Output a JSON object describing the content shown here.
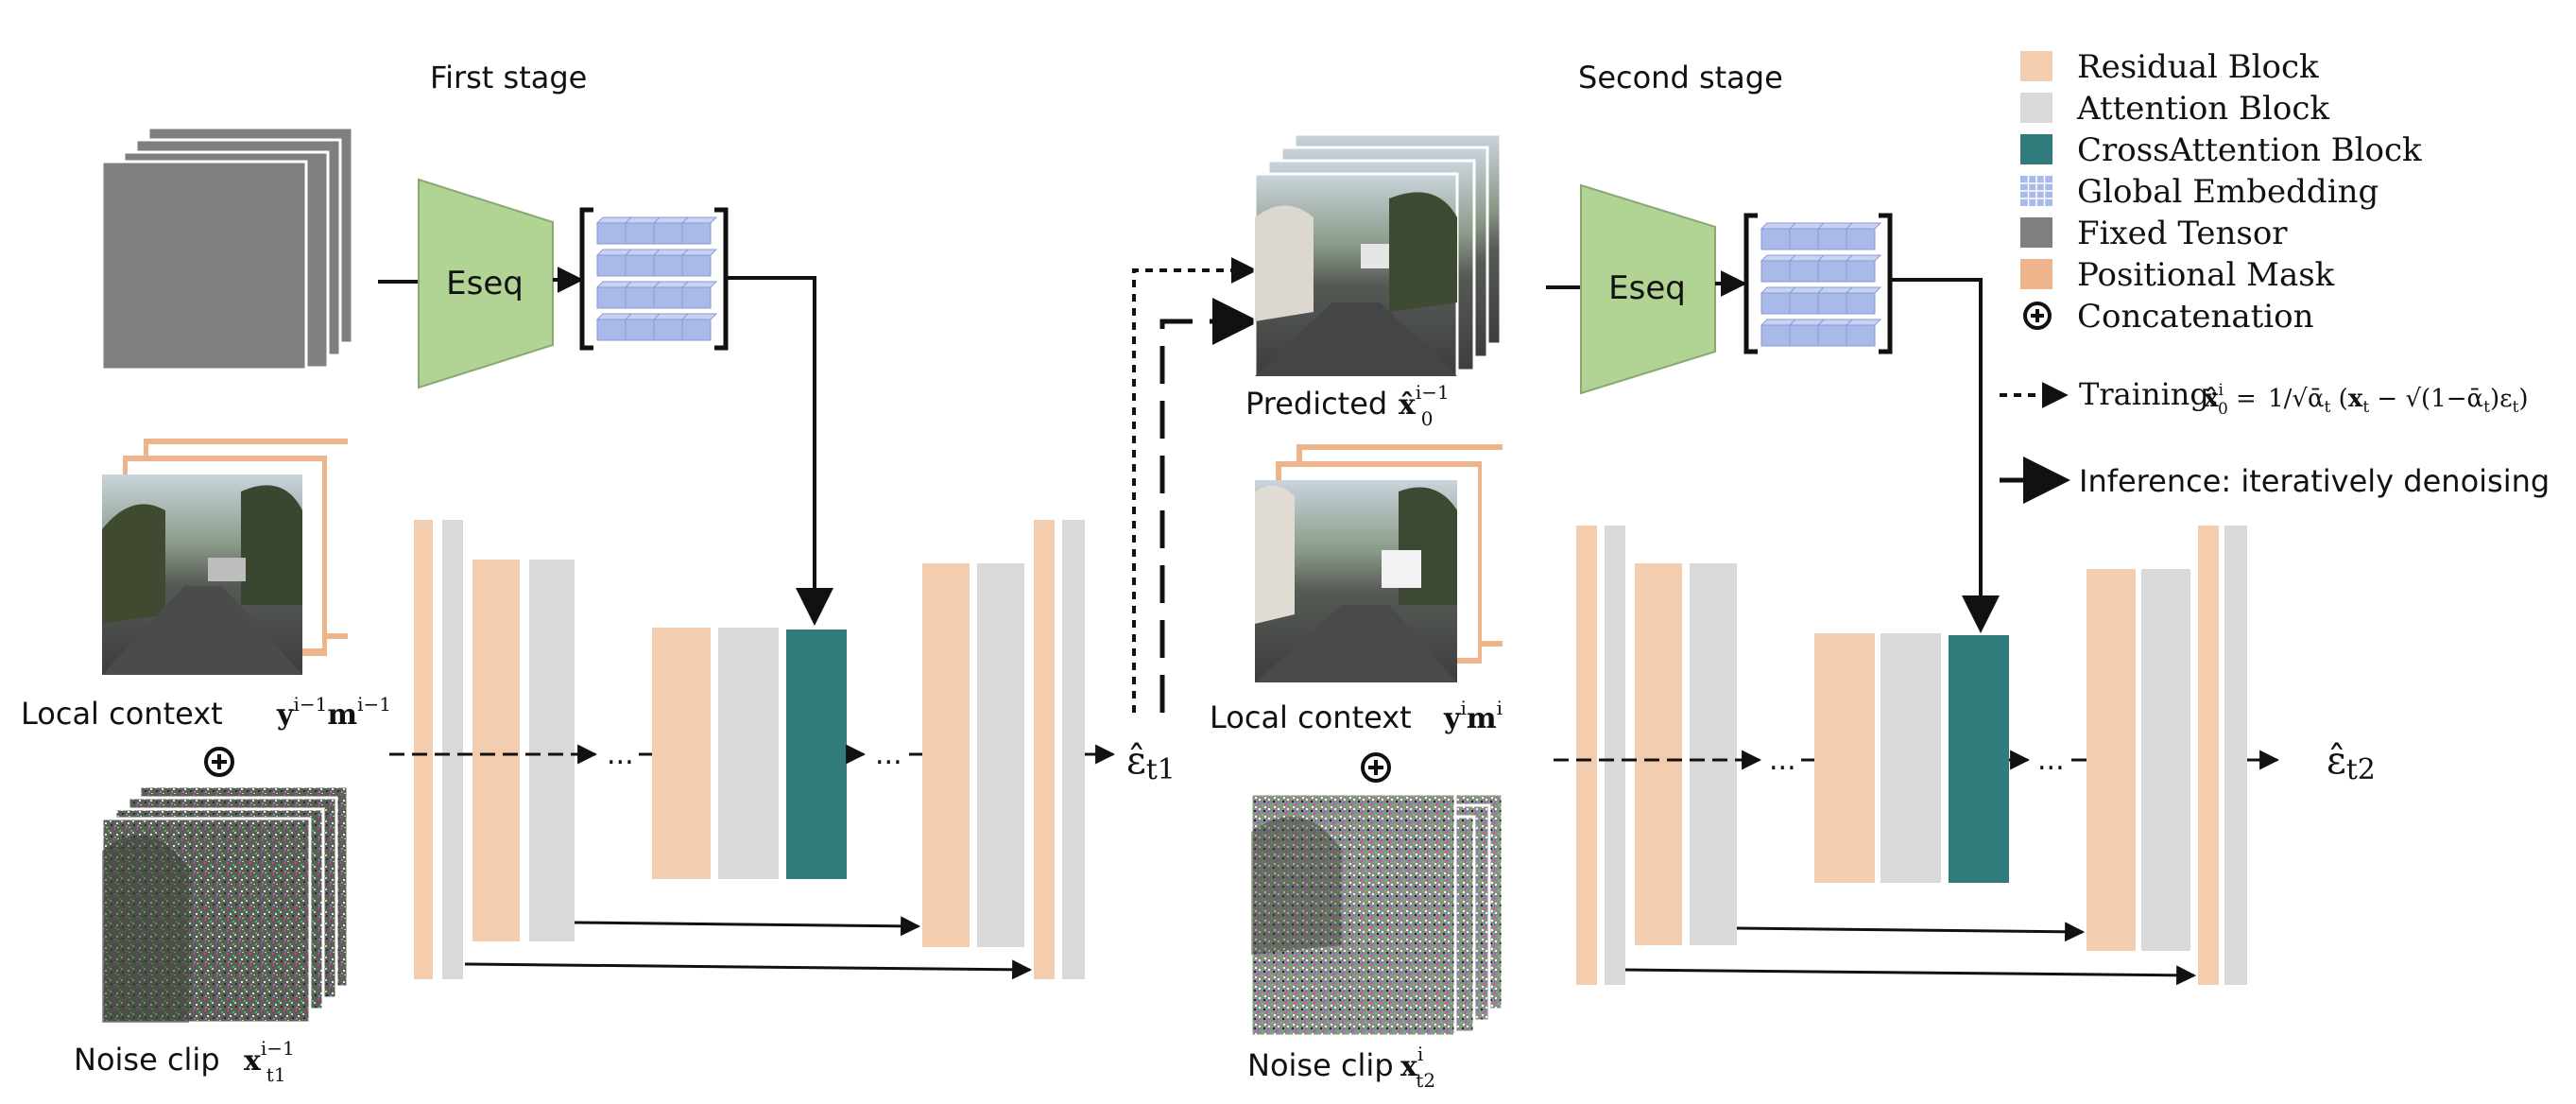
{
  "colors": {
    "residual": "#f2cdb0",
    "attention": "#d9d9d9",
    "cross_attention": "#317b7c",
    "global_embedding": "#a9b9e8",
    "fixed_tensor": "#7f7f7f",
    "positional_mask": "#edb48b",
    "encoder": "#b1d393"
  },
  "stages": {
    "first": {
      "title": "First stage",
      "encoder": "Eseq",
      "context_label": "Local context",
      "context_math": "y^{i-1} m^{i-1}",
      "noise_label": "Noise clip",
      "noise_math": "x_{t1}^{i-1}",
      "output_math": "ε̂_{t1}",
      "ellipsis": "..."
    },
    "second": {
      "title": "Second stage",
      "encoder": "Eseq",
      "predicted_label": "Predicted",
      "predicted_math": "x̂_0^{i-1}",
      "context_label": "Local context",
      "context_math": "y^i m^i",
      "noise_label": "Noise clip",
      "noise_math": "x_{t2}^i",
      "output_math": "ε̂_{t2}",
      "ellipsis": "..."
    }
  },
  "legend": {
    "items": [
      {
        "key": "residual",
        "label": "Residual  Block"
      },
      {
        "key": "attention",
        "label": "Attention  Block"
      },
      {
        "key": "cross_attention",
        "label": "CrossAttention  Block"
      },
      {
        "key": "global_embedding",
        "label": "Global Embedding"
      },
      {
        "key": "fixed_tensor",
        "label": "Fixed Tensor"
      },
      {
        "key": "positional_mask",
        "label": "Positional Mask"
      },
      {
        "key": "concat",
        "label": "Concatenation"
      }
    ],
    "training_label": "Training:",
    "training_formula": "x̂_0^i = (1/√ᾱ_t)(x_t − √(1−ᾱ_t) ε_t)",
    "inference_label": "Inference: iteratively denoising"
  }
}
